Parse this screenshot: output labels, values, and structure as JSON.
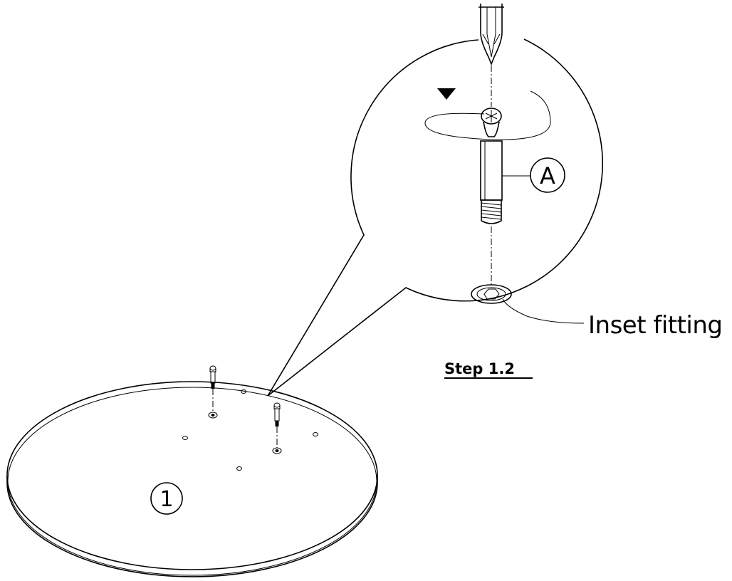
{
  "diagram": {
    "part_callout": "A",
    "component_number": "1",
    "inset_label": "Inset fitting",
    "step_label": "Step 1.2",
    "colors": {
      "ink": "#000000",
      "paper": "#ffffff"
    },
    "icons": [
      "screwdriver-icon",
      "rotation-arrow-icon"
    ]
  }
}
